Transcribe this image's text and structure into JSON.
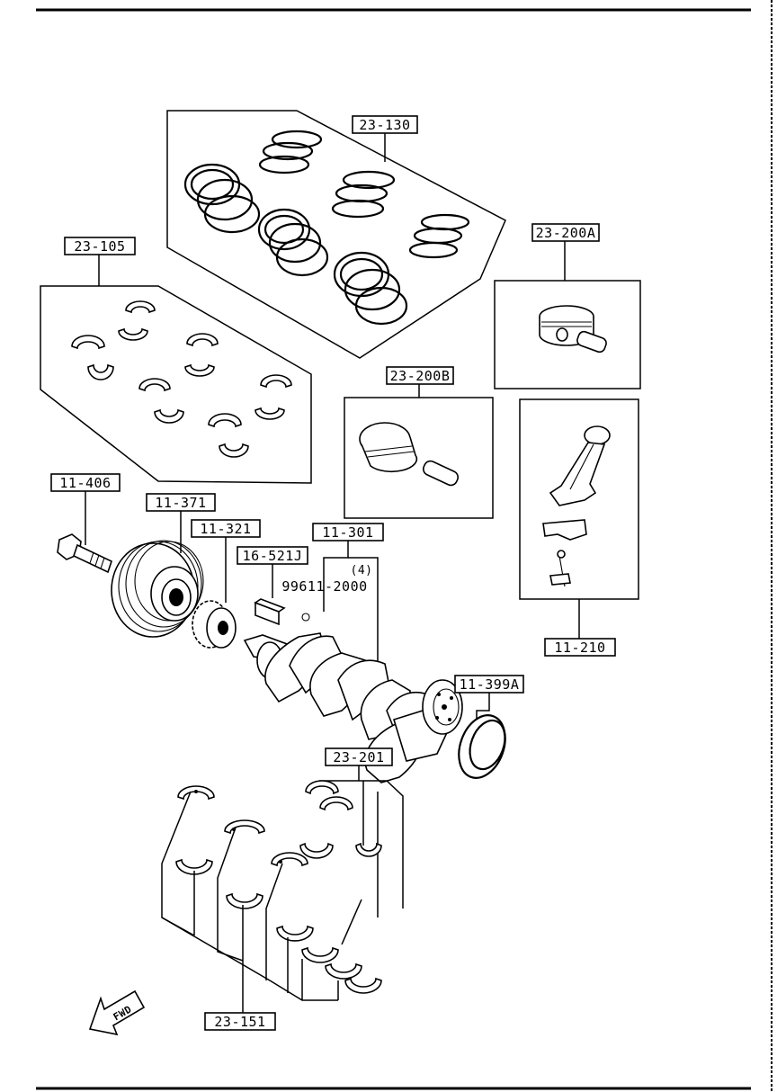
{
  "labels": {
    "piston_rings": "23-130",
    "main_bearings_upper": "23-105",
    "piston_a": "23-200A",
    "piston_b": "23-200B",
    "crank_bolt": "11-406",
    "crank_pulley": "11-371",
    "timing_gear": "11-321",
    "key": "16-521J",
    "crankshaft": "11-301",
    "sealant_part_no": "99611-2000",
    "sealant_qty": "(4)",
    "con_rod": "11-210",
    "oil_seal": "11-399A",
    "thrust_bearing": "23-201",
    "main_bearings_lower": "23-151"
  },
  "fwd_arrow": "FWD"
}
